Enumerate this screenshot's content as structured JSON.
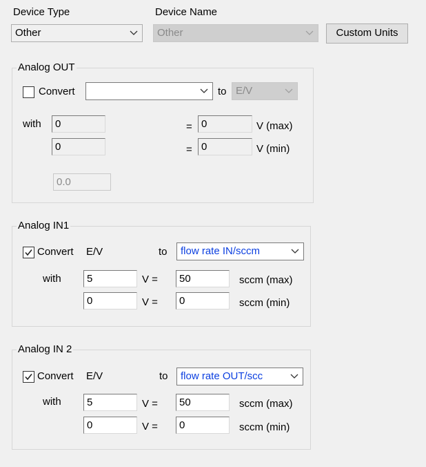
{
  "top": {
    "device_type_label": "Device Type",
    "device_type_value": "Other",
    "device_name_label": "Device Name",
    "device_name_value": "Other",
    "custom_units_label": "Custom Units"
  },
  "analog_out": {
    "title": "Analog OUT",
    "convert_label": "Convert",
    "convert_checked": false,
    "convert_value": "",
    "to_label": "to",
    "to_value": "E/V",
    "with_label": "with",
    "input_max": "0",
    "input_min": "0",
    "eq_max": "=",
    "eq_min": "=",
    "out_max": "0",
    "out_min": "0",
    "unit_max": "V (max)",
    "unit_min": "V (min)",
    "extra_value": "0.0"
  },
  "analog_in1": {
    "title": "Analog IN1",
    "convert_label": "Convert",
    "convert_checked": true,
    "source_unit": "E/V",
    "to_label": "to",
    "to_value": "flow rate IN/sccm",
    "with_label": "with",
    "v_max": "5",
    "v_min": "0",
    "v_eq_max": "V  =",
    "v_eq_min": "V  =",
    "out_max": "50",
    "out_min": "0",
    "unit_max": "sccm (max)",
    "unit_min": "sccm (min)"
  },
  "analog_in2": {
    "title": "Analog IN 2",
    "convert_label": "Convert",
    "convert_checked": true,
    "source_unit": "E/V",
    "to_label": "to",
    "to_value": "flow rate OUT/scc",
    "with_label": "with",
    "v_max": "5",
    "v_min": "0",
    "v_eq_max": "V  =",
    "v_eq_min": "V  =",
    "out_max": "50",
    "out_min": "0",
    "unit_max": "sccm (max)",
    "unit_min": "sccm (min)"
  },
  "colors": {
    "background": "#f0f0f0",
    "accent_text": "#0b3fe0",
    "disabled_text": "#8a8a8a"
  }
}
